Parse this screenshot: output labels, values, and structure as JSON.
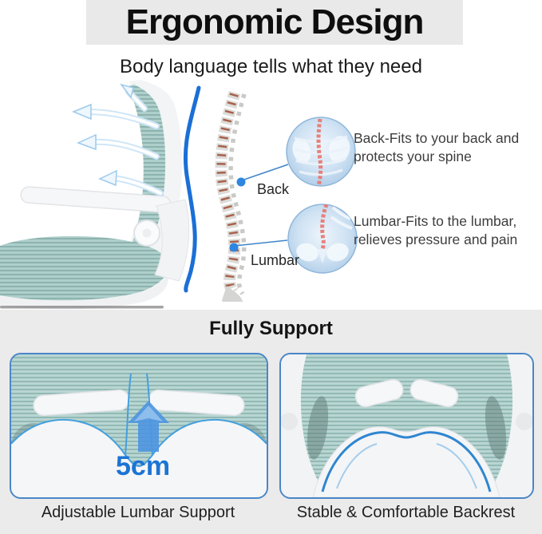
{
  "header": {
    "title": "Ergonomic Design",
    "subtitle": "Body language tells what they need"
  },
  "diagram": {
    "back_label": "Back",
    "lumbar_label": "Lumbar",
    "back_callout": "Back-Fits to your back and protects your spine",
    "lumbar_callout": "Lumbar-Fits to the lumbar, relieves pressure and pain"
  },
  "support_section": {
    "title": "Fully Support",
    "left_panel": {
      "measurement": "5cm",
      "caption": "Adjustable Lumbar Support"
    },
    "right_panel": {
      "caption": "Stable & Comfortable Backrest"
    }
  },
  "icons": {
    "flex_arrows": "curved-left-arrows",
    "spine": "human-spine-illustration",
    "back_xray": "upper-back-xray-circle",
    "lumbar_xray": "lumbar-xray-circle",
    "lumbar_arrow": "up-arrow"
  },
  "colors": {
    "band_gray": "#e9e9e9",
    "section_gray": "#ebebeb",
    "mesh_teal": "#a9cdc9",
    "accent_blue": "#1c74d4",
    "panel_border_blue": "#4a86c8",
    "spine_highlight_red": "#e87a74"
  }
}
